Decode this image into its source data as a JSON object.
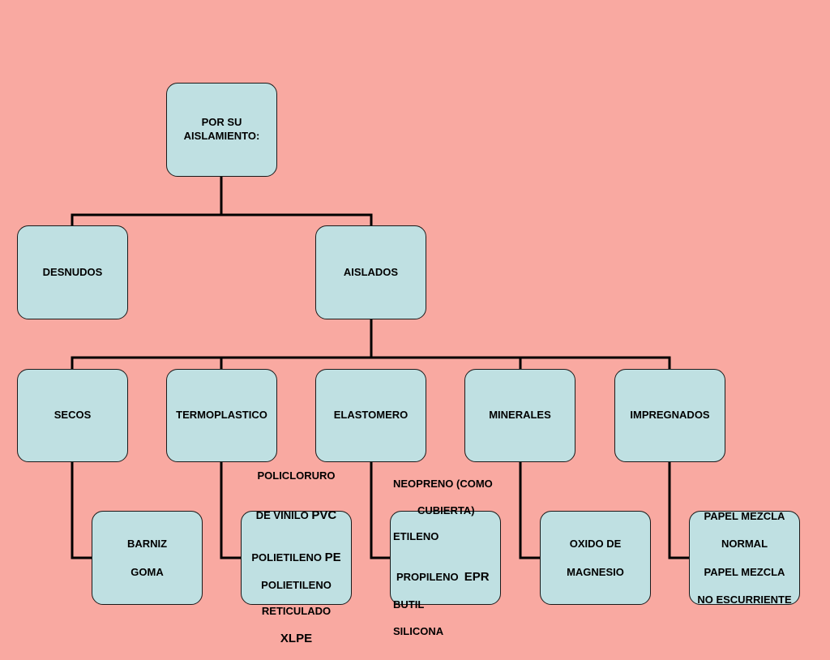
{
  "background_color": "#f9a9a1",
  "box_color": "#bfe0e2",
  "root": {
    "label": "POR SU\nAISLAMIENTO:"
  },
  "level1": {
    "desnudos": "DESNUDOS",
    "aislados": "AISLADOS"
  },
  "level2": {
    "secos": "SECOS",
    "termoplastico": "TERMOPLASTICO",
    "elastomero": "ELASTOMERO",
    "minerales": "MINERALES",
    "impregnados": "IMPREGNADOS"
  },
  "leaves": {
    "secos": {
      "line1": "BARNIZ",
      "line2": "GOMA"
    },
    "termoplastico": {
      "line1": "POLICLORURO",
      "line2a": "DE VINILO ",
      "line2b": "PVC",
      "line3a": "POLIETILENO ",
      "line3b": "PE",
      "line4": "POLIETILENO",
      "line5": "RETICULADO",
      "line6": "XLPE"
    },
    "elastomero": {
      "line1": "NEOPRENO (COMO",
      "line2": "CUBIERTA)",
      "line3": "ETILENO",
      "line4a": "PROPILENO  ",
      "line4b": "EPR",
      "line5": "BUTIL",
      "line6": "SILICONA"
    },
    "minerales": {
      "line1": "OXIDO DE",
      "line2": "MAGNESIO"
    },
    "impregnados": {
      "line1": "PAPEL MEZCLA",
      "line2": "NORMAL",
      "line3": "PAPEL MEZCLA",
      "line4": "NO ESCURRIENTE"
    }
  }
}
